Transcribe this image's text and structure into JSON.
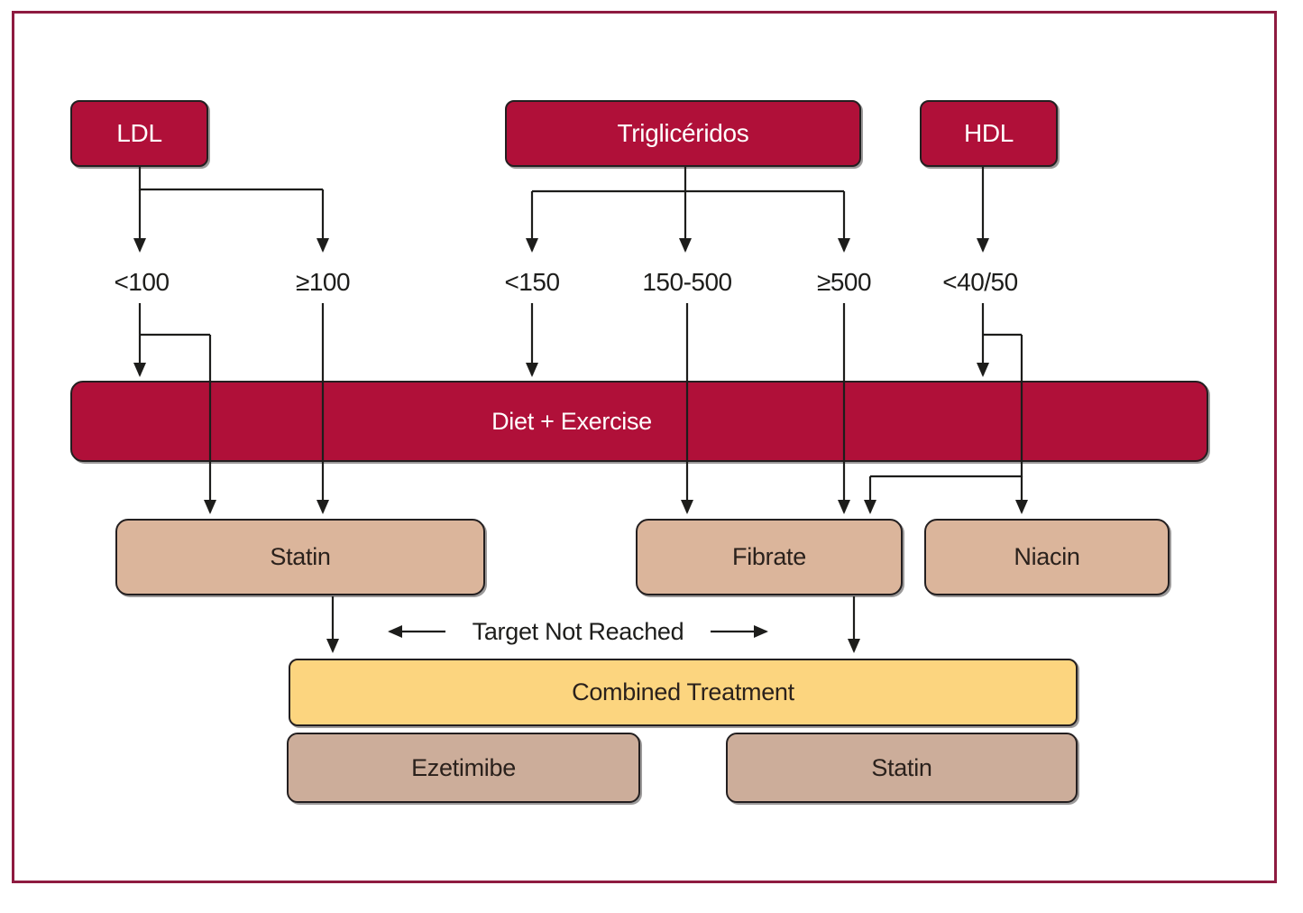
{
  "figure": {
    "lipids": [
      {
        "label": "LDL"
      },
      {
        "label": "Triglicéridos"
      },
      {
        "label": "HDL"
      }
    ],
    "thresholds": [
      {
        "label": "<100"
      },
      {
        "label": "≥100"
      },
      {
        "label": "<150"
      },
      {
        "label": "150-500"
      },
      {
        "label": "≥500"
      },
      {
        "label": "<40/50"
      }
    ],
    "diet_exercise": {
      "label": "Diet + Exercise"
    },
    "first_line": [
      {
        "label": "Statin"
      },
      {
        "label": "Fibrate"
      },
      {
        "label": "Niacin"
      }
    ],
    "target_not_reached_label": "Target Not Reached",
    "combined_treatment": {
      "label": "Combined Treatment"
    },
    "combined_options": [
      {
        "label": "Ezetimibe"
      },
      {
        "label": "Statin"
      }
    ],
    "colors": {
      "crimson": "#B01039",
      "tan": "#DBB59B",
      "tan_dark": "#CCAD9A",
      "gold": "#FCD57F",
      "frame": "#8E1B40",
      "line": "#1D1D1B"
    }
  }
}
